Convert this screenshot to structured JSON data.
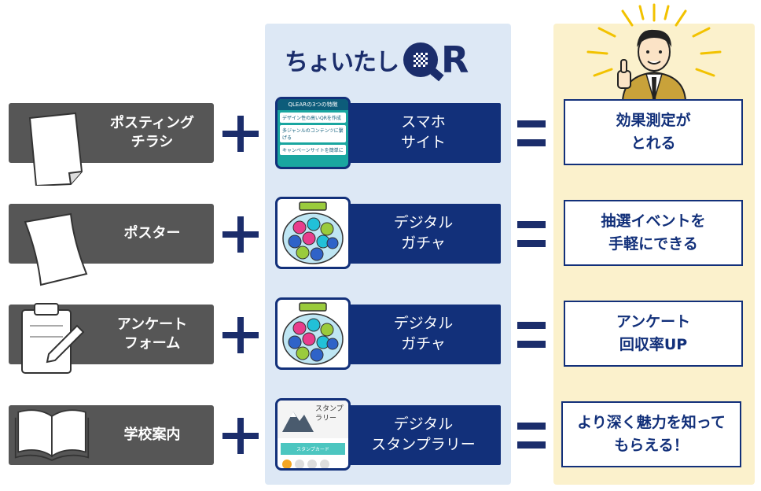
{
  "brand": {
    "text": "ちょいたし",
    "qr_letters": "R"
  },
  "rows": [
    {
      "left": "ポスティング\nチラシ",
      "left_icon": "flyer-icon",
      "thumb": "smartphone-site",
      "middle": "スマホ\nサイト",
      "result": "効果測定が\nとれる"
    },
    {
      "left": "ポスター",
      "left_icon": "poster-icon",
      "thumb": "gacha-machine",
      "middle": "デジタル\nガチャ",
      "result": "抽選イベントを\n手軽にできる"
    },
    {
      "left": "アンケート\nフォーム",
      "left_icon": "clipboard-icon",
      "thumb": "gacha-machine",
      "middle": "デジタル\nガチャ",
      "result": "アンケート\n回収率UP"
    },
    {
      "left": "学校案内",
      "left_icon": "open-book-icon",
      "thumb": "stamp-rally",
      "middle": "デジタル\nスタンプラリー",
      "result": "より深く魅力を知って\nもらえる！"
    }
  ],
  "site_thumb": {
    "header": "QLEARの3つの特徴",
    "items": [
      "デザイン性の高いQRを作成",
      "多ジャンルのコンテンツに繋げる",
      "キャンペーンサイトを簡単に"
    ]
  },
  "stamp_thumb": {
    "title": "スタンプ\nラリー",
    "button": "スタンプカード"
  },
  "colors": {
    "navy": "#12307a",
    "gray": "#565656",
    "mid_bg": "#dde8f5",
    "right_bg": "#fbf1cc"
  }
}
